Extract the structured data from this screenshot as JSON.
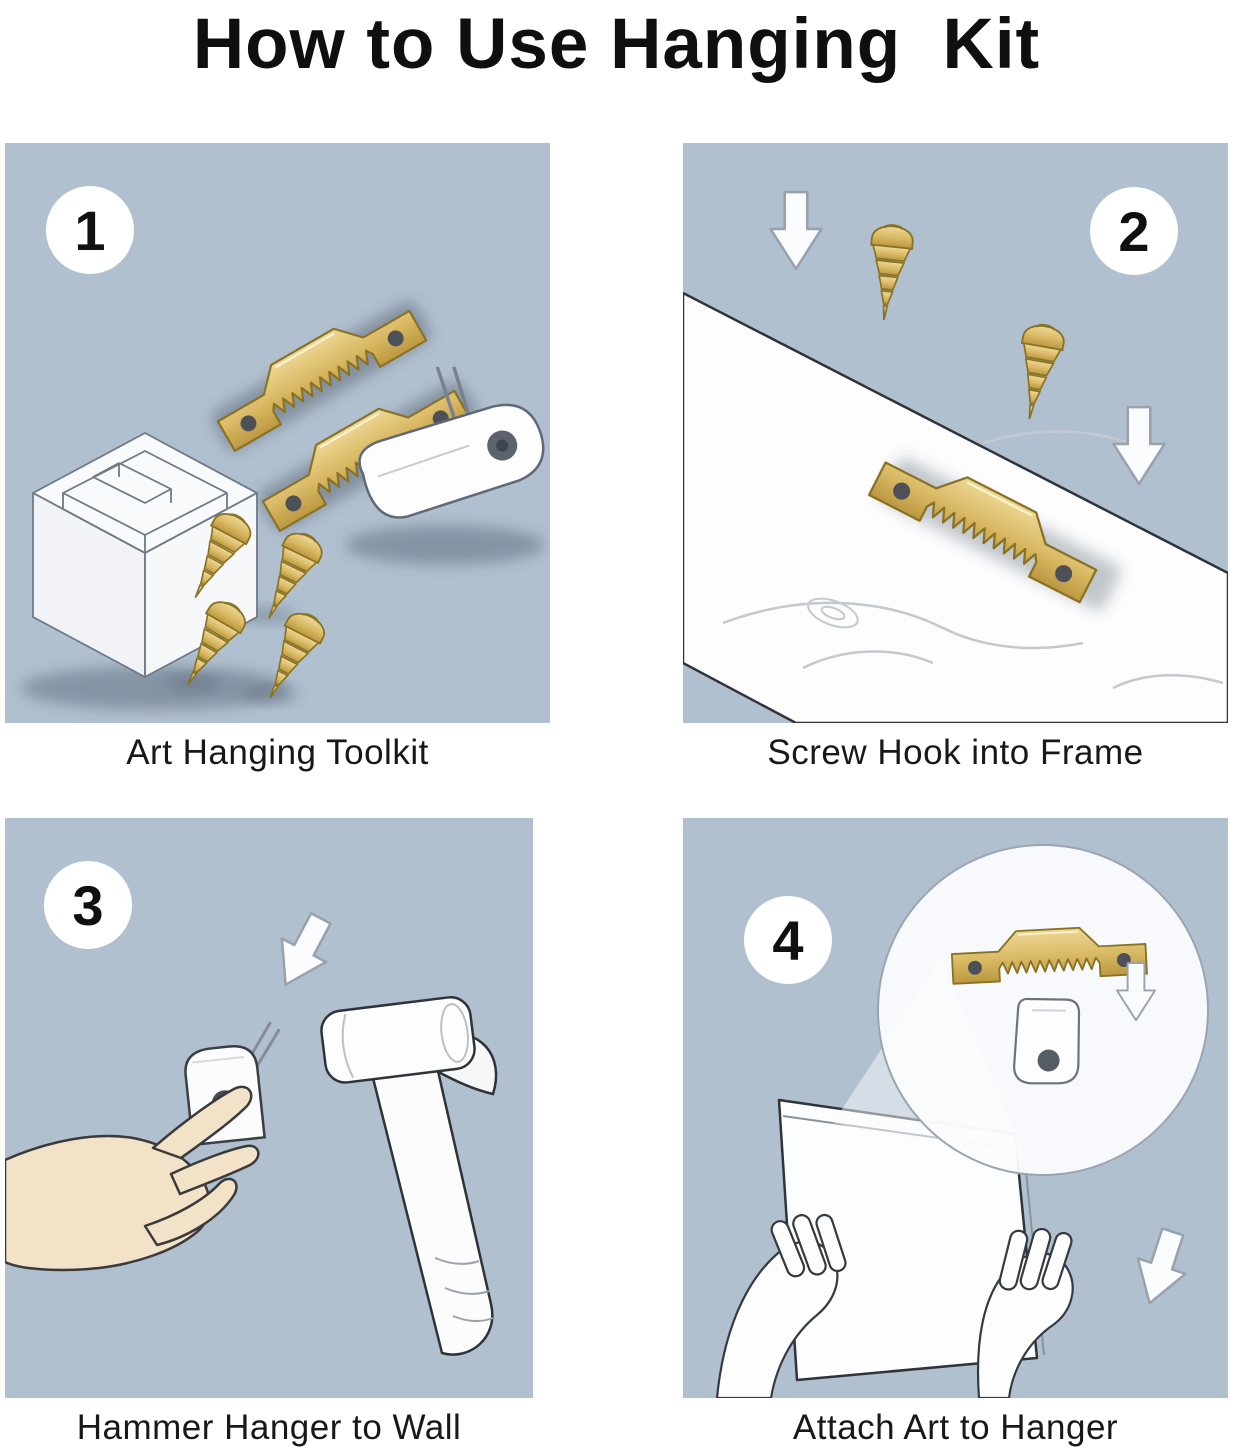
{
  "title": "How to Use Hanging  Kit",
  "panels": [
    {
      "number": "1",
      "caption": "Art Hanging Toolkit"
    },
    {
      "number": "2",
      "caption": "Screw Hook into Frame"
    },
    {
      "number": "3",
      "caption": "Hammer Hanger to Wall"
    },
    {
      "number": "4",
      "caption": "Attach Art to Hanger"
    }
  ],
  "colors": {
    "panel_bg": "#b1c0cf",
    "brass_light": "#eed896",
    "brass_mid": "#d9b964",
    "brass_dark": "#bb9840",
    "outline": "#2f343a",
    "title_color": "#0f0f0f"
  }
}
